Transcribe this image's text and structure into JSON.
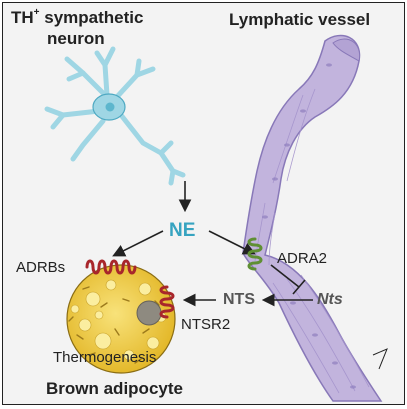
{
  "neuron": {
    "title_prefix": "TH",
    "title_superscript": "+",
    "title_line1_rest": " sympathetic",
    "title_line2": "neuron"
  },
  "vessel": {
    "title": "Lymphatic vessel"
  },
  "labels": {
    "ne": "NE",
    "adrbs": "ADRBs",
    "adra2": "ADRA2",
    "nts_peptide": "NTS",
    "nts_gene": "Nts",
    "ntsr2": "NTSR2",
    "thermogenesis": "Thermogenesis",
    "brown_adipocyte": "Brown adipocyte"
  },
  "colors": {
    "background": "#f3f3f3",
    "neuron": "#9fd6e4",
    "neuron_outline": "#4ea9c2",
    "ne_text": "#36a3c0",
    "vessel_fill": "#c2b4dd",
    "vessel_outline": "#8878b8",
    "adipocyte_fill": "#f2cf47",
    "adipocyte_outline": "#8a6d14",
    "nucleus": "#8e8a80",
    "receptor_red": "#a8262b",
    "receptor_green": "#5f8f34",
    "arrow": "#222222"
  }
}
